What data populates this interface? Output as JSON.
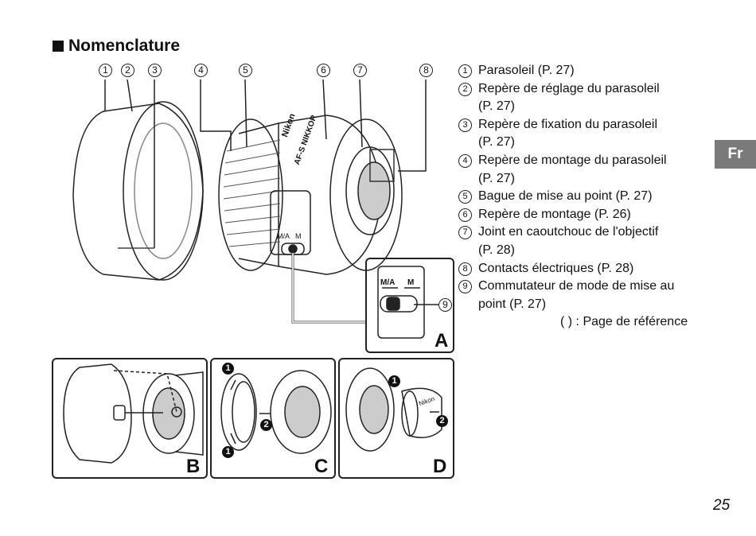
{
  "heading": "Nomenclature",
  "legend": [
    {
      "num": "1",
      "text": "Parasoleil (P. 27)"
    },
    {
      "num": "2",
      "text": "Repère de réglage du parasoleil\n(P. 27)"
    },
    {
      "num": "3",
      "text": "Repère de fixation du parasoleil\n(P. 27)"
    },
    {
      "num": "4",
      "text": "Repère de montage du parasoleil\n(P. 27)"
    },
    {
      "num": "5",
      "text": "Bague de mise au point (P. 27)"
    },
    {
      "num": "6",
      "text": "Repère de montage (P. 26)"
    },
    {
      "num": "7",
      "text": "Joint en caoutchouc de l'objectif\n(P. 28)"
    },
    {
      "num": "8",
      "text": "Contacts électriques (P. 28)"
    },
    {
      "num": "9",
      "text": "Commutateur de mode de mise au\npoint (P. 27)"
    }
  ],
  "reference_note": "(     ) : Page de référence",
  "language_tab": "Fr",
  "page_number": "25",
  "diagram": {
    "callouts": [
      "1",
      "2",
      "3",
      "4",
      "5",
      "6",
      "7",
      "8"
    ],
    "switch_callout": "9",
    "lens_text_brand": "Nikon",
    "lens_text_model": "AF-S NIKKOR",
    "switch_label_ma": "M/A",
    "switch_label_m": "M",
    "panel_a": "A",
    "panel_b": "B",
    "panel_c": "C",
    "panel_d": "D",
    "step1": "1",
    "step2": "2",
    "cap_brand": "Nikon"
  }
}
